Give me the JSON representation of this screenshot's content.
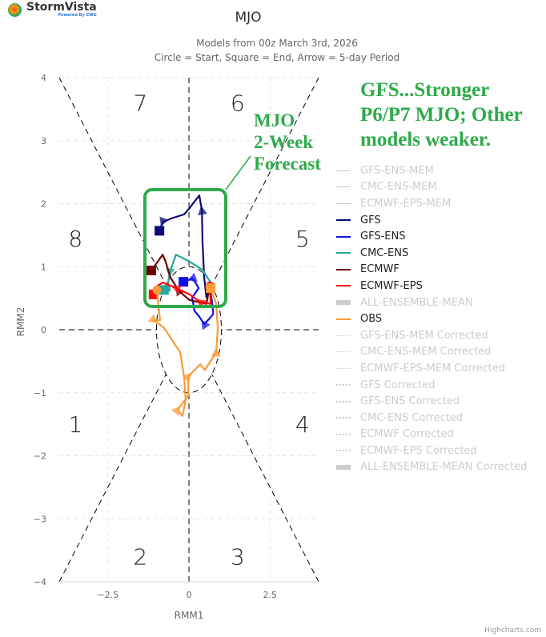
{
  "brand": {
    "name": "StormVista",
    "tagline": "Powered By CWG"
  },
  "credit": "Highcharts.com",
  "annotations": {
    "box_label": [
      "MJO",
      "2-Week",
      "Forecast"
    ],
    "headline": [
      "GFS...Stronger",
      "P6/P7 MJO; Other",
      "models weaker."
    ],
    "color": "#2eaa4a"
  },
  "chart_data": {
    "type": "line",
    "title": "MJO",
    "subtitle": [
      "Models from 00z March 3rd, 2026",
      "Circle = Start, Square = End, Arrow = 5-day Period"
    ],
    "xlabel": "RMM1",
    "ylabel": "RMM2",
    "xlim": [
      -4,
      4
    ],
    "ylim": [
      -4,
      4
    ],
    "xticks": [
      -2.5,
      0,
      2.5
    ],
    "xtick_labels": [
      "−2.5",
      "0",
      "2.5"
    ],
    "yticks": [
      -4,
      -3,
      -2,
      -1,
      0,
      1,
      2,
      3,
      4
    ],
    "ytick_labels": [
      "−4",
      "−3",
      "−2",
      "−1",
      "0",
      "1",
      "2",
      "3",
      "4"
    ],
    "grid": true,
    "phases": [
      {
        "label": "1",
        "x": -3.5,
        "y": -1.5
      },
      {
        "label": "2",
        "x": -1.5,
        "y": -3.6
      },
      {
        "label": "3",
        "x": 1.5,
        "y": -3.6
      },
      {
        "label": "4",
        "x": 3.5,
        "y": -1.5
      },
      {
        "label": "5",
        "x": 3.5,
        "y": 1.45
      },
      {
        "label": "6",
        "x": 1.5,
        "y": 3.6
      },
      {
        "label": "7",
        "x": -1.5,
        "y": 3.6
      },
      {
        "label": "8",
        "x": -3.5,
        "y": 1.45
      }
    ],
    "series": [
      {
        "name": "GFS",
        "color": "#0a0a78",
        "points": [
          [
            0.64,
            0.69
          ],
          [
            0.54,
            0.51
          ],
          [
            0.47,
            0.83
          ],
          [
            0.42,
            1.38
          ],
          [
            0.4,
            1.89
          ],
          [
            0.32,
            2.13
          ],
          [
            0.15,
            2.02
          ],
          [
            0.02,
            1.93
          ],
          [
            -0.15,
            1.83
          ],
          [
            -0.52,
            1.77
          ],
          [
            -0.81,
            1.71
          ],
          [
            -0.91,
            1.57
          ]
        ],
        "arrows": [
          4,
          10
        ]
      },
      {
        "name": "GFS-ENS",
        "color": "#1010e8",
        "points": [
          [
            0.64,
            0.69
          ],
          [
            0.72,
            0.41
          ],
          [
            0.75,
            0.25
          ],
          [
            0.64,
            0.18
          ],
          [
            0.47,
            0.09
          ],
          [
            0.3,
            0.22
          ],
          [
            0.17,
            0.3
          ],
          [
            0.1,
            0.51
          ],
          [
            0.3,
            0.66
          ],
          [
            0.2,
            0.75
          ],
          [
            0.1,
            0.81
          ],
          [
            -0.17,
            0.76
          ]
        ],
        "arrows": [
          4,
          10
        ]
      },
      {
        "name": "CMC-ENS",
        "color": "#26a89a",
        "points": [
          [
            0.64,
            0.69
          ],
          [
            0.67,
            0.75
          ],
          [
            0.42,
            0.95
          ],
          [
            0.02,
            1.08
          ],
          [
            -0.4,
            1.19
          ],
          [
            -0.59,
            0.91
          ],
          [
            -0.64,
            0.75
          ],
          [
            -0.59,
            0.62
          ],
          [
            -0.77,
            0.63
          ]
        ],
        "arrows": [
          5
        ]
      },
      {
        "name": "ECMWF",
        "color": "#700000",
        "points": [
          [
            0.64,
            0.69
          ],
          [
            0.54,
            0.41
          ],
          [
            0.02,
            0.47
          ],
          [
            -0.32,
            0.62
          ],
          [
            -0.57,
            0.83
          ],
          [
            -0.72,
            1.08
          ],
          [
            -0.81,
            1.19
          ],
          [
            -1.16,
            0.94
          ]
        ],
        "arrows": [
          3
        ]
      },
      {
        "name": "ECMWF-EPS",
        "color": "#ff0a0a",
        "points": [
          [
            0.64,
            0.69
          ],
          [
            0.67,
            0.41
          ],
          [
            0.35,
            0.44
          ],
          [
            0.02,
            0.56
          ],
          [
            -0.4,
            0.66
          ],
          [
            -0.81,
            0.75
          ],
          [
            -0.96,
            0.7
          ],
          [
            -1.09,
            0.56
          ]
        ],
        "arrows": [
          2,
          4
        ]
      },
      {
        "name": "OBS",
        "color": "#fc9a35",
        "points": [
          [
            -0.99,
            0.63
          ],
          [
            -0.89,
            0.15
          ],
          [
            -1.08,
            0.15
          ],
          [
            -0.77,
            0.03
          ],
          [
            -0.27,
            -0.36
          ],
          [
            -0.15,
            -0.74
          ],
          [
            -0.1,
            -1.12
          ],
          [
            -0.2,
            -1.37
          ],
          [
            -0.35,
            -1.27
          ],
          [
            -0.02,
            -1.05
          ],
          [
            -0.02,
            -0.74
          ],
          [
            0.35,
            -0.55
          ],
          [
            0.49,
            -0.64
          ],
          [
            0.84,
            -0.36
          ],
          [
            0.89,
            0.03
          ],
          [
            0.84,
            0.41
          ],
          [
            0.67,
            0.66
          ]
        ],
        "arrows": [
          2,
          8,
          10,
          13
        ]
      }
    ],
    "legend": {
      "placement": "right",
      "items": [
        {
          "name": "GFS-ENS-MEM",
          "color": "#cccccc",
          "symbol": "thin",
          "hidden": true
        },
        {
          "name": "CMC-ENS-MEM",
          "color": "#cccccc",
          "symbol": "thin",
          "hidden": true
        },
        {
          "name": "ECMWF-EPS-MEM",
          "color": "#cccccc",
          "symbol": "thin",
          "hidden": true
        },
        {
          "name": "GFS",
          "color": "#0a0a78",
          "symbol": "line",
          "hidden": false
        },
        {
          "name": "GFS-ENS",
          "color": "#1010e8",
          "symbol": "line",
          "hidden": false
        },
        {
          "name": "CMC-ENS",
          "color": "#26a89a",
          "symbol": "line",
          "hidden": false
        },
        {
          "name": "ECMWF",
          "color": "#700000",
          "symbol": "line",
          "hidden": false
        },
        {
          "name": "ECMWF-EPS",
          "color": "#ff0a0a",
          "symbol": "line",
          "hidden": false
        },
        {
          "name": "ALL-ENSEMBLE-MEAN",
          "color": "#cccccc",
          "symbol": "thick",
          "hidden": true
        },
        {
          "name": "OBS",
          "color": "#fc9a35",
          "symbol": "line",
          "hidden": false
        },
        {
          "name": "GFS-ENS-MEM Corrected",
          "color": "#cccccc",
          "symbol": "dotted-thin",
          "hidden": true
        },
        {
          "name": "CMC-ENS-MEM Corrected",
          "color": "#cccccc",
          "symbol": "dotted-thin",
          "hidden": true
        },
        {
          "name": "ECMWF-EPS-MEM Corrected",
          "color": "#cccccc",
          "symbol": "dotted-thin",
          "hidden": true
        },
        {
          "name": "GFS Corrected",
          "color": "#cccccc",
          "symbol": "dotted",
          "hidden": true
        },
        {
          "name": "GFS-ENS Corrected",
          "color": "#cccccc",
          "symbol": "dotted",
          "hidden": true
        },
        {
          "name": "CMC-ENS Corrected",
          "color": "#cccccc",
          "symbol": "dotted",
          "hidden": true
        },
        {
          "name": "ECMWF Corrected",
          "color": "#cccccc",
          "symbol": "dotted",
          "hidden": true
        },
        {
          "name": "ECMWF-EPS Corrected",
          "color": "#cccccc",
          "symbol": "dotted",
          "hidden": true
        },
        {
          "name": "ALL-ENSEMBLE-MEAN Corrected",
          "color": "#cccccc",
          "symbol": "dash-thick",
          "hidden": true
        }
      ]
    }
  }
}
